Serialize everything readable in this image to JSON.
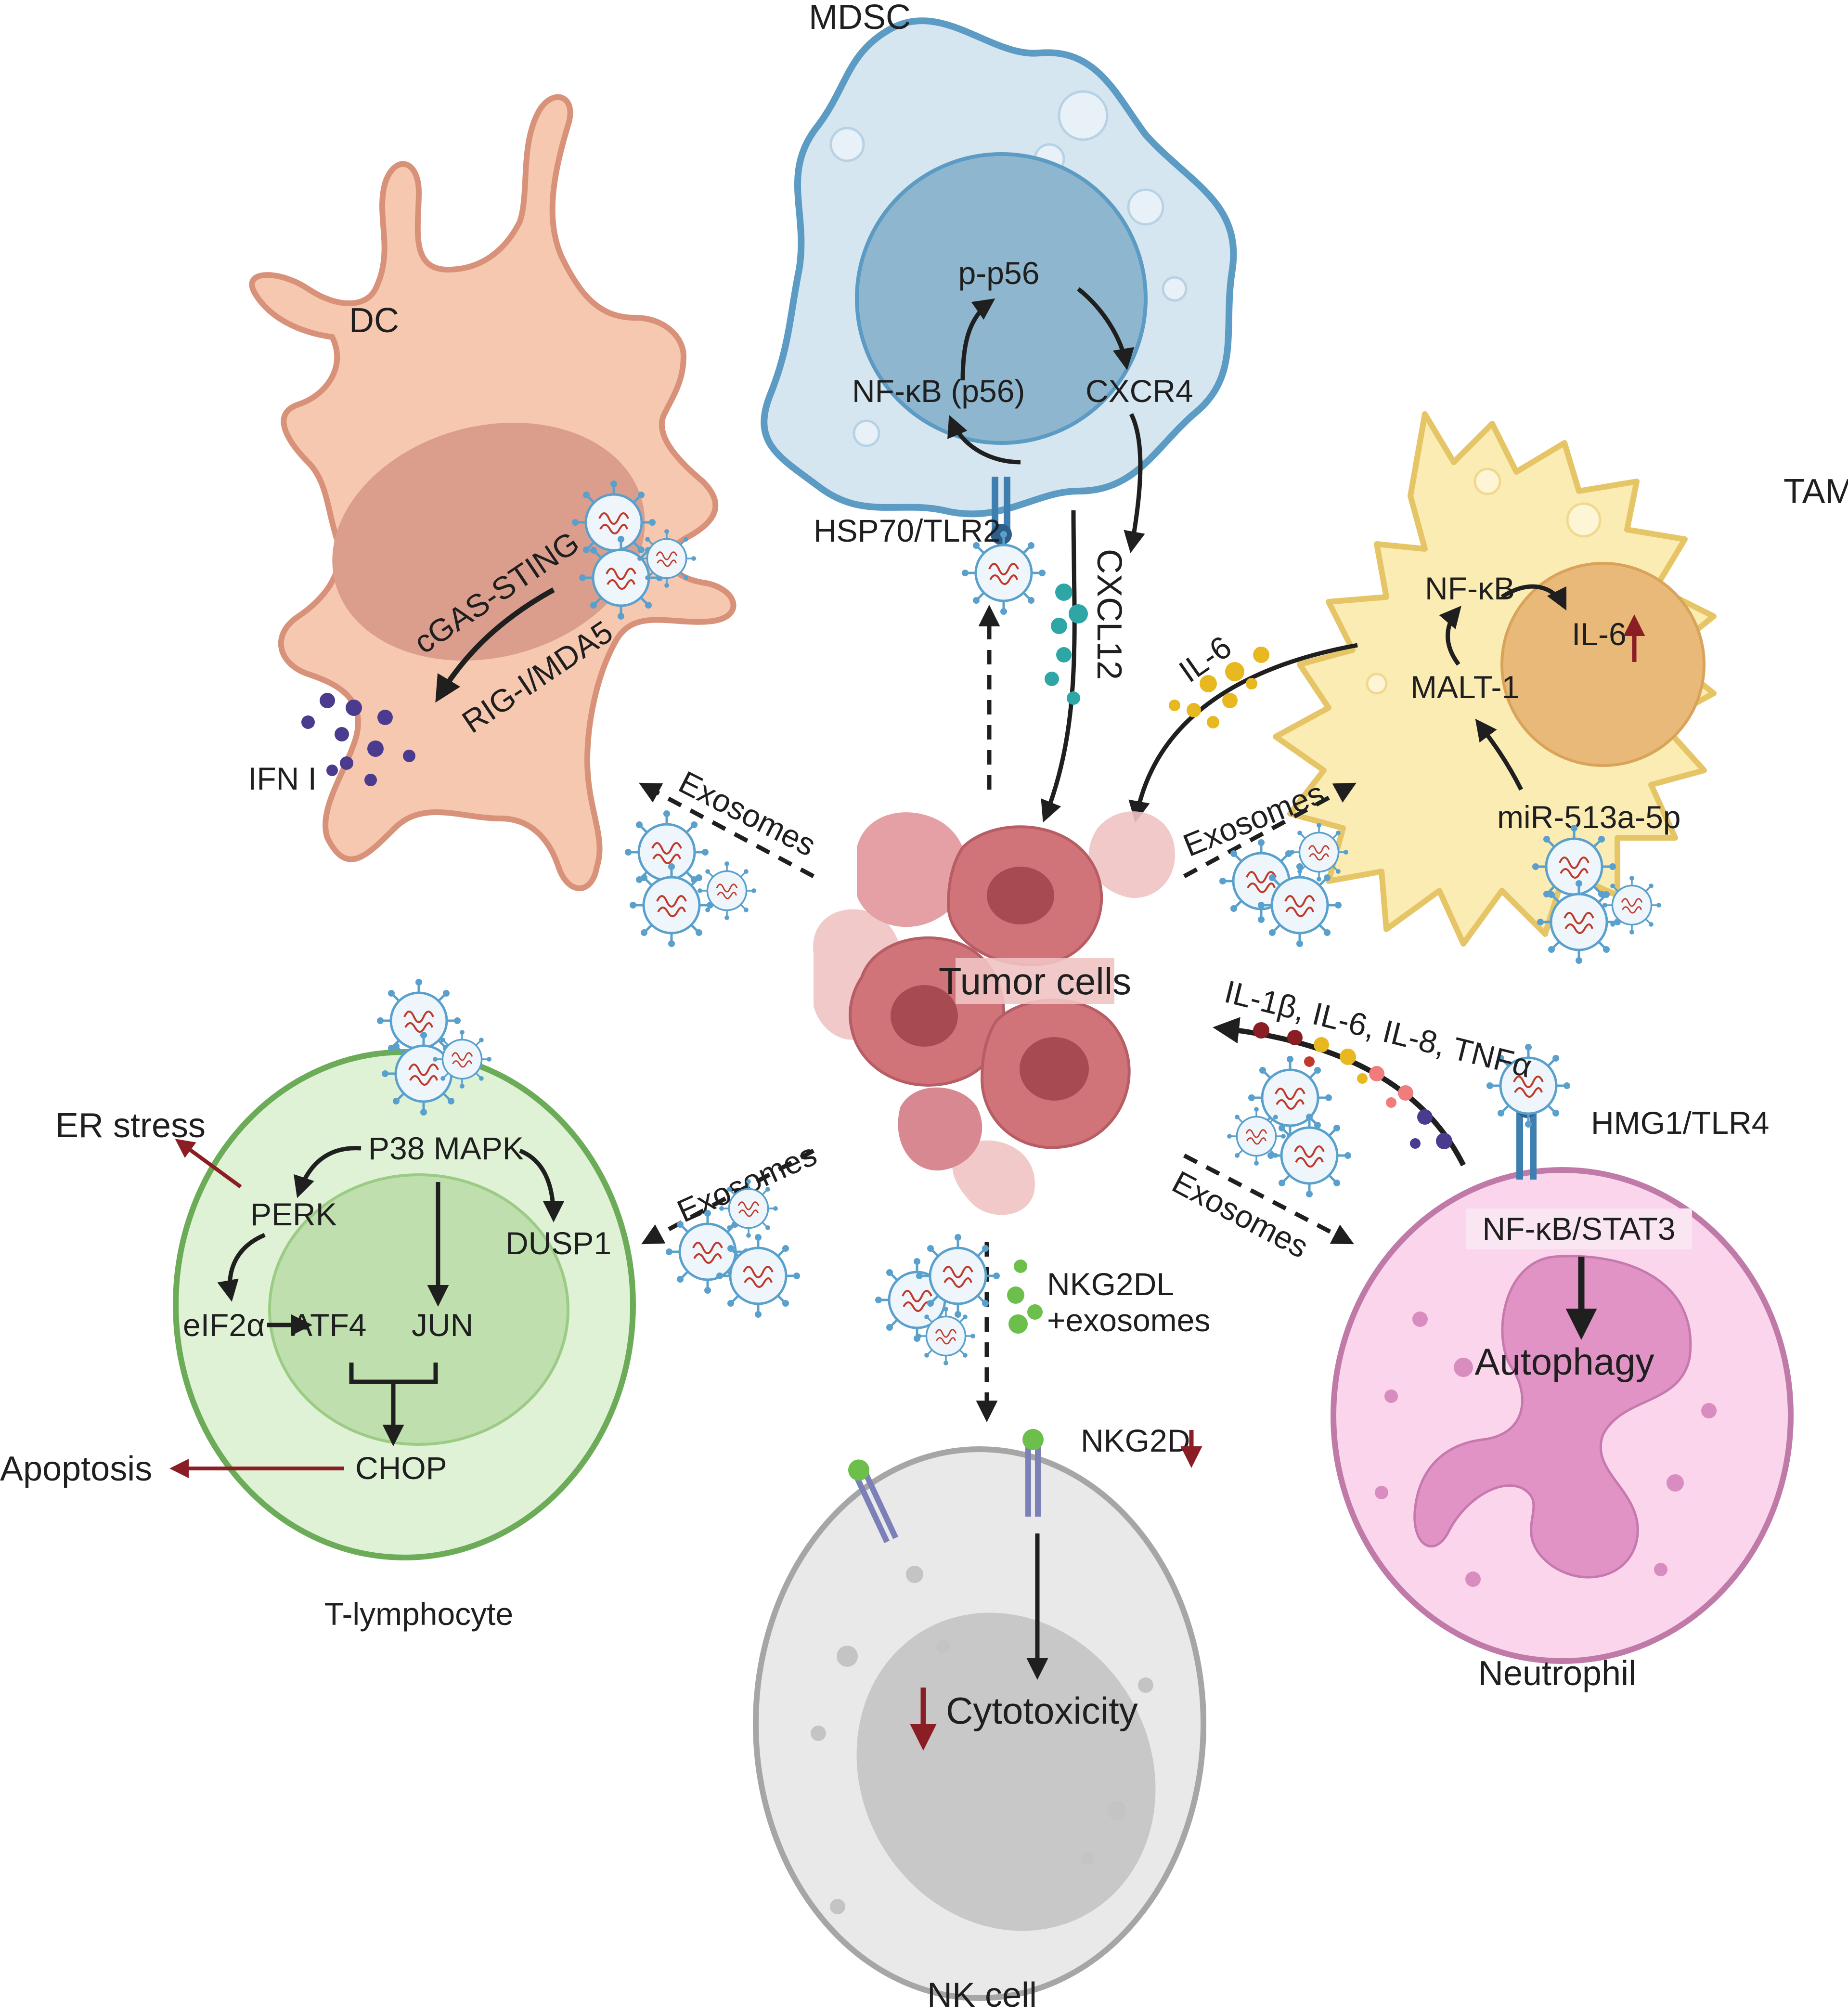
{
  "colors": {
    "mdsc_fill": "#d6e6f0",
    "mdsc_stroke": "#5b9bc4",
    "mdsc_nucleus": "#8fb6cf",
    "dc_fill": "#f6c8b0",
    "dc_stroke": "#d9927a",
    "dc_nucleus": "#dc9e8c",
    "tam_fill": "#fbecb4",
    "tam_stroke": "#e6c567",
    "tam_nucleus": "#e8b978",
    "tcell_fill": "#dff2d6",
    "tcell_stroke": "#6cac58",
    "tcell_nucleus": "#bfe0ae",
    "nk_fill": "#e9e9e9",
    "nk_stroke": "#a6a6a6",
    "nk_nucleus": "#c8c8c8",
    "neutro_fill": "#fbd5ec",
    "neutro_stroke": "#c07aa8",
    "neutro_nucleus": "#e193c6",
    "tumor_fill": "#d0747a",
    "tumor_dark": "#a84a52",
    "tumor_light": "#f0c3c3",
    "arrow_red": "#8b1e24",
    "arrow_black": "#1f1f1f",
    "exosome": "#5aa0cc",
    "exosome_rna": "#c0392b",
    "ifn_particle": "#4b3b8f",
    "il6_particle": "#e8b821",
    "cxcl12_particle": "#2ea6a6",
    "nkg2dl_particle": "#6dbf4c"
  },
  "cells": {
    "mdsc": {
      "name": "MDSC",
      "nodes": [
        "p-p56",
        "NF-κB (p56)",
        "CXCR4"
      ],
      "receptor": "HSP70/TLR2",
      "ligand": "CXCL12"
    },
    "dc": {
      "name": "DC",
      "pathway_top": "cGAS-STING",
      "pathway_bottom": "RIG-I/MDA5",
      "output": "IFN I"
    },
    "tam": {
      "name": "TAM",
      "nodes": [
        "NF-κB",
        "IL-6",
        "MALT-1",
        "miR-513a-5p"
      ],
      "secreted": "IL-6"
    },
    "tcell": {
      "name": "T-lymphocyte",
      "nodes": [
        "P38 MAPK",
        "PERK",
        "DUSP1",
        "eIF2α",
        "ATF4",
        "JUN",
        "CHOP"
      ],
      "outputs": [
        "ER stress",
        "Apoptosis"
      ]
    },
    "nk": {
      "name": "NK cell",
      "receptor": "NKG2D",
      "effect": "Cytotoxicity",
      "ligand_line1": "NKG2DL",
      "ligand_line2": "+exosomes"
    },
    "neutrophil": {
      "name": "Neutrophil",
      "receptor": "HMG1/TLR4",
      "pathway": "NF-κB/STAT3",
      "effect": "Autophagy",
      "secreted": "IL-1β, IL-6, IL-8, TNFα"
    }
  },
  "center": {
    "label": "Tumor cells"
  },
  "exosomes_label": "Exosomes"
}
